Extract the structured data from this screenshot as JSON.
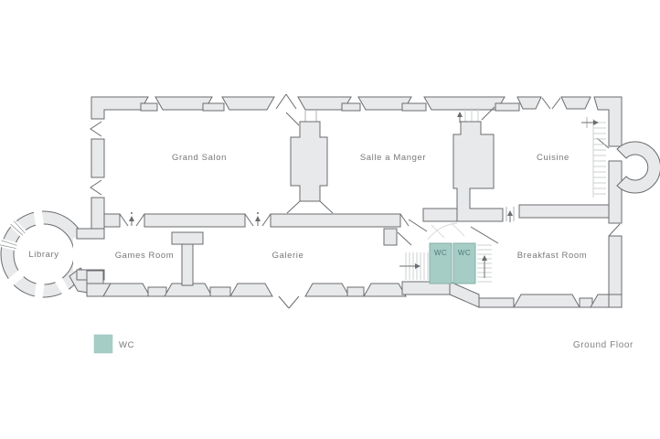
{
  "palette": {
    "wall_fill": "#e8e9ea",
    "wall_stroke": "#6b6c6f",
    "stair_line": "#c9cbcc",
    "wc_fill": "#a5cdc6",
    "wc_border": "#86aea7",
    "wc_text": "#507c76",
    "label_text": "#77787b"
  },
  "rooms": [
    {
      "id": "library",
      "label": "Library"
    },
    {
      "id": "grand-salon",
      "label": "Grand Salon"
    },
    {
      "id": "games-room",
      "label": "Games Room"
    },
    {
      "id": "galerie",
      "label": "Galerie"
    },
    {
      "id": "salle-a-manger",
      "label": "Salle a Manger"
    },
    {
      "id": "cuisine",
      "label": "Cuisine"
    },
    {
      "id": "breakfast-room",
      "label": "Breakfast Room"
    }
  ],
  "wc_units": [
    {
      "label": "WC"
    },
    {
      "label": "WC"
    }
  ],
  "legend": {
    "items": [
      {
        "label": "WC",
        "color": "#a5cdc6"
      }
    ]
  },
  "footer": {
    "floor_label": "Ground Floor"
  }
}
